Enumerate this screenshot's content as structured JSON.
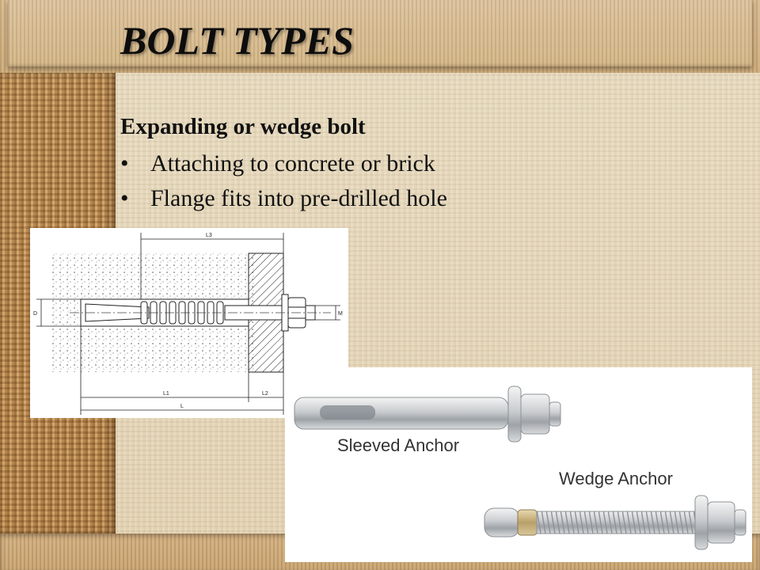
{
  "slide": {
    "title": "BOLT TYPES",
    "subtitle": "Expanding or wedge bolt",
    "bullets": [
      {
        "text": "Attaching to concrete or brick"
      },
      {
        "text": "Flange fits into pre-drilled hole"
      }
    ]
  },
  "drawing": {
    "labels": {
      "l3": "L3",
      "l1": "L1",
      "l2": "L2",
      "l": "L",
      "d": "D",
      "m": "M"
    }
  },
  "photo": {
    "labels": {
      "sleeved": "Sleeved Anchor",
      "wedge": "Wedge Anchor"
    }
  },
  "colors": {
    "background": "#e7d9bd",
    "left_band": "#c38f52",
    "title_bar": "#d3b584",
    "text": "#111111"
  }
}
